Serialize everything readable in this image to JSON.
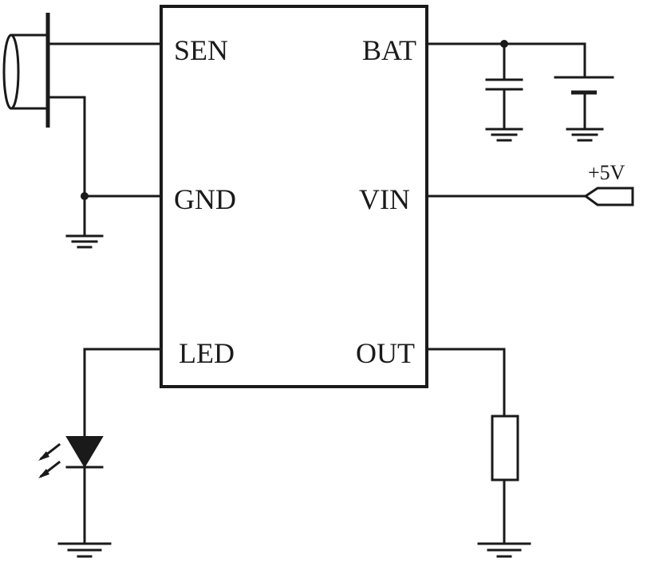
{
  "ic": {
    "pins_left": [
      "SEN",
      "GND",
      "LED"
    ],
    "pins_right": [
      "BAT",
      "VIN",
      "OUT"
    ]
  },
  "supply": {
    "label": "+5V"
  },
  "colors": {
    "stroke": "#1a1a1a",
    "background": "#ffffff"
  }
}
